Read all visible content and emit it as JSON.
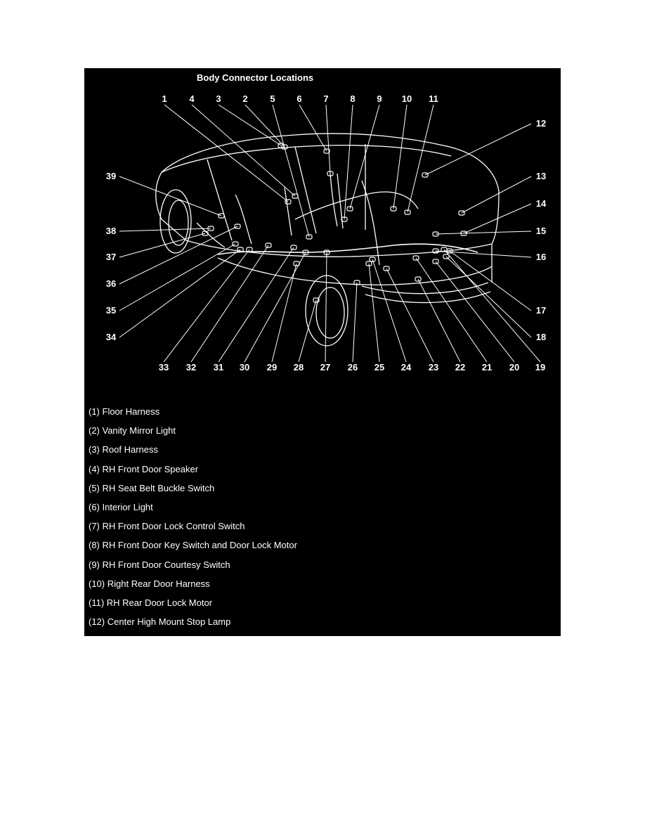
{
  "diagram": {
    "title": "Body Connector Locations",
    "callouts_top": [
      "1",
      "4",
      "3",
      "2",
      "5",
      "6",
      "7",
      "8",
      "9",
      "10",
      "11"
    ],
    "callouts_right": [
      "12",
      "13",
      "14",
      "15",
      "16",
      "17",
      "18"
    ],
    "callouts_bottom": [
      "33",
      "32",
      "31",
      "30",
      "29",
      "28",
      "27",
      "26",
      "25",
      "24",
      "23",
      "22",
      "21",
      "20",
      "19"
    ],
    "callouts_left": [
      "39",
      "38",
      "37",
      "36",
      "35",
      "34"
    ]
  },
  "legend": [
    "(1) Floor Harness",
    "(2) Vanity Mirror Light",
    "(3) Roof Harness",
    "(4) RH Front Door Speaker",
    "(5) RH Seat Belt Buckle Switch",
    "(6) Interior Light",
    "(7) RH Front Door Lock Control Switch",
    "(8) RH Front Door Key Switch and Door Lock Motor",
    "(9) RH Front Door Courtesy Switch",
    "(10) Right Rear Door Harness",
    "(11) RH Rear Door Lock Motor",
    "(12) Center High Mount Stop Lamp"
  ]
}
